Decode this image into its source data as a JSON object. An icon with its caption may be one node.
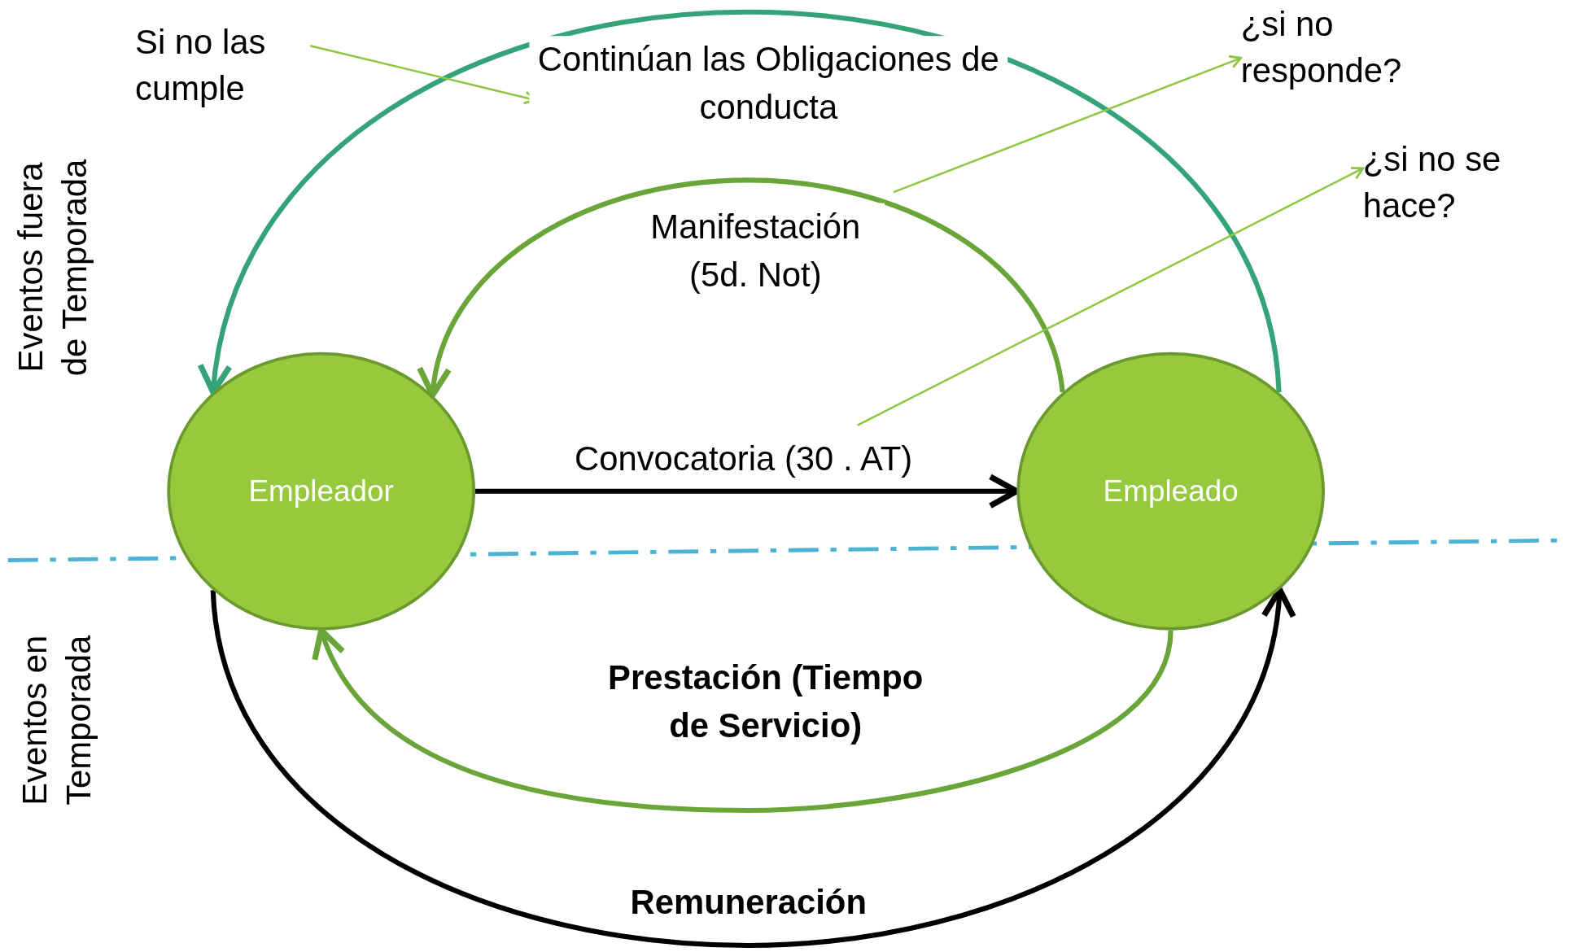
{
  "diagram": {
    "nodes": [
      {
        "text": [
          "Empleador"
        ]
      },
      {
        "text": [
          "Empleado"
        ]
      },
      {
        "text": [
          "Si no las cumple"
        ]
      },
      {
        "text": [
          "¿si no responde?"
        ]
      },
      {
        "text": [
          "¿si no se hace?"
        ]
      }
    ],
    "edges": [
      {
        "from": 1,
        "to": 0,
        "arrow": "to",
        "label": "Continúan las Obligaciones de conducta",
        "color": "#35a37a"
      },
      {
        "from": 1,
        "to": 0,
        "arrow": "to",
        "label": "Manifestación (5d. Not)",
        "color": "#6aa53a"
      },
      {
        "from": 0,
        "to": 1,
        "arrow": "to",
        "label": "Convocatoria (30 . AT)",
        "color": "#000000"
      },
      {
        "from": 1,
        "to": 0,
        "arrow": "to",
        "label": "Prestación (Tiempo de Servicio)",
        "color": "#6aa53a"
      },
      {
        "from": 0,
        "to": 1,
        "arrow": "to",
        "label": "Remuneración",
        "color": "#000000"
      },
      {
        "from": 2,
        "to": null,
        "arrow": "to",
        "color": "#8dc63f"
      },
      {
        "from": null,
        "to": 3,
        "arrow": "to",
        "color": "#8dc63f"
      },
      {
        "from": null,
        "to": 4,
        "arrow": "to",
        "color": "#8dc63f"
      }
    ],
    "labels": [
      "Eventos fuera de Temporada",
      "Eventos en Temporada"
    ]
  }
}
